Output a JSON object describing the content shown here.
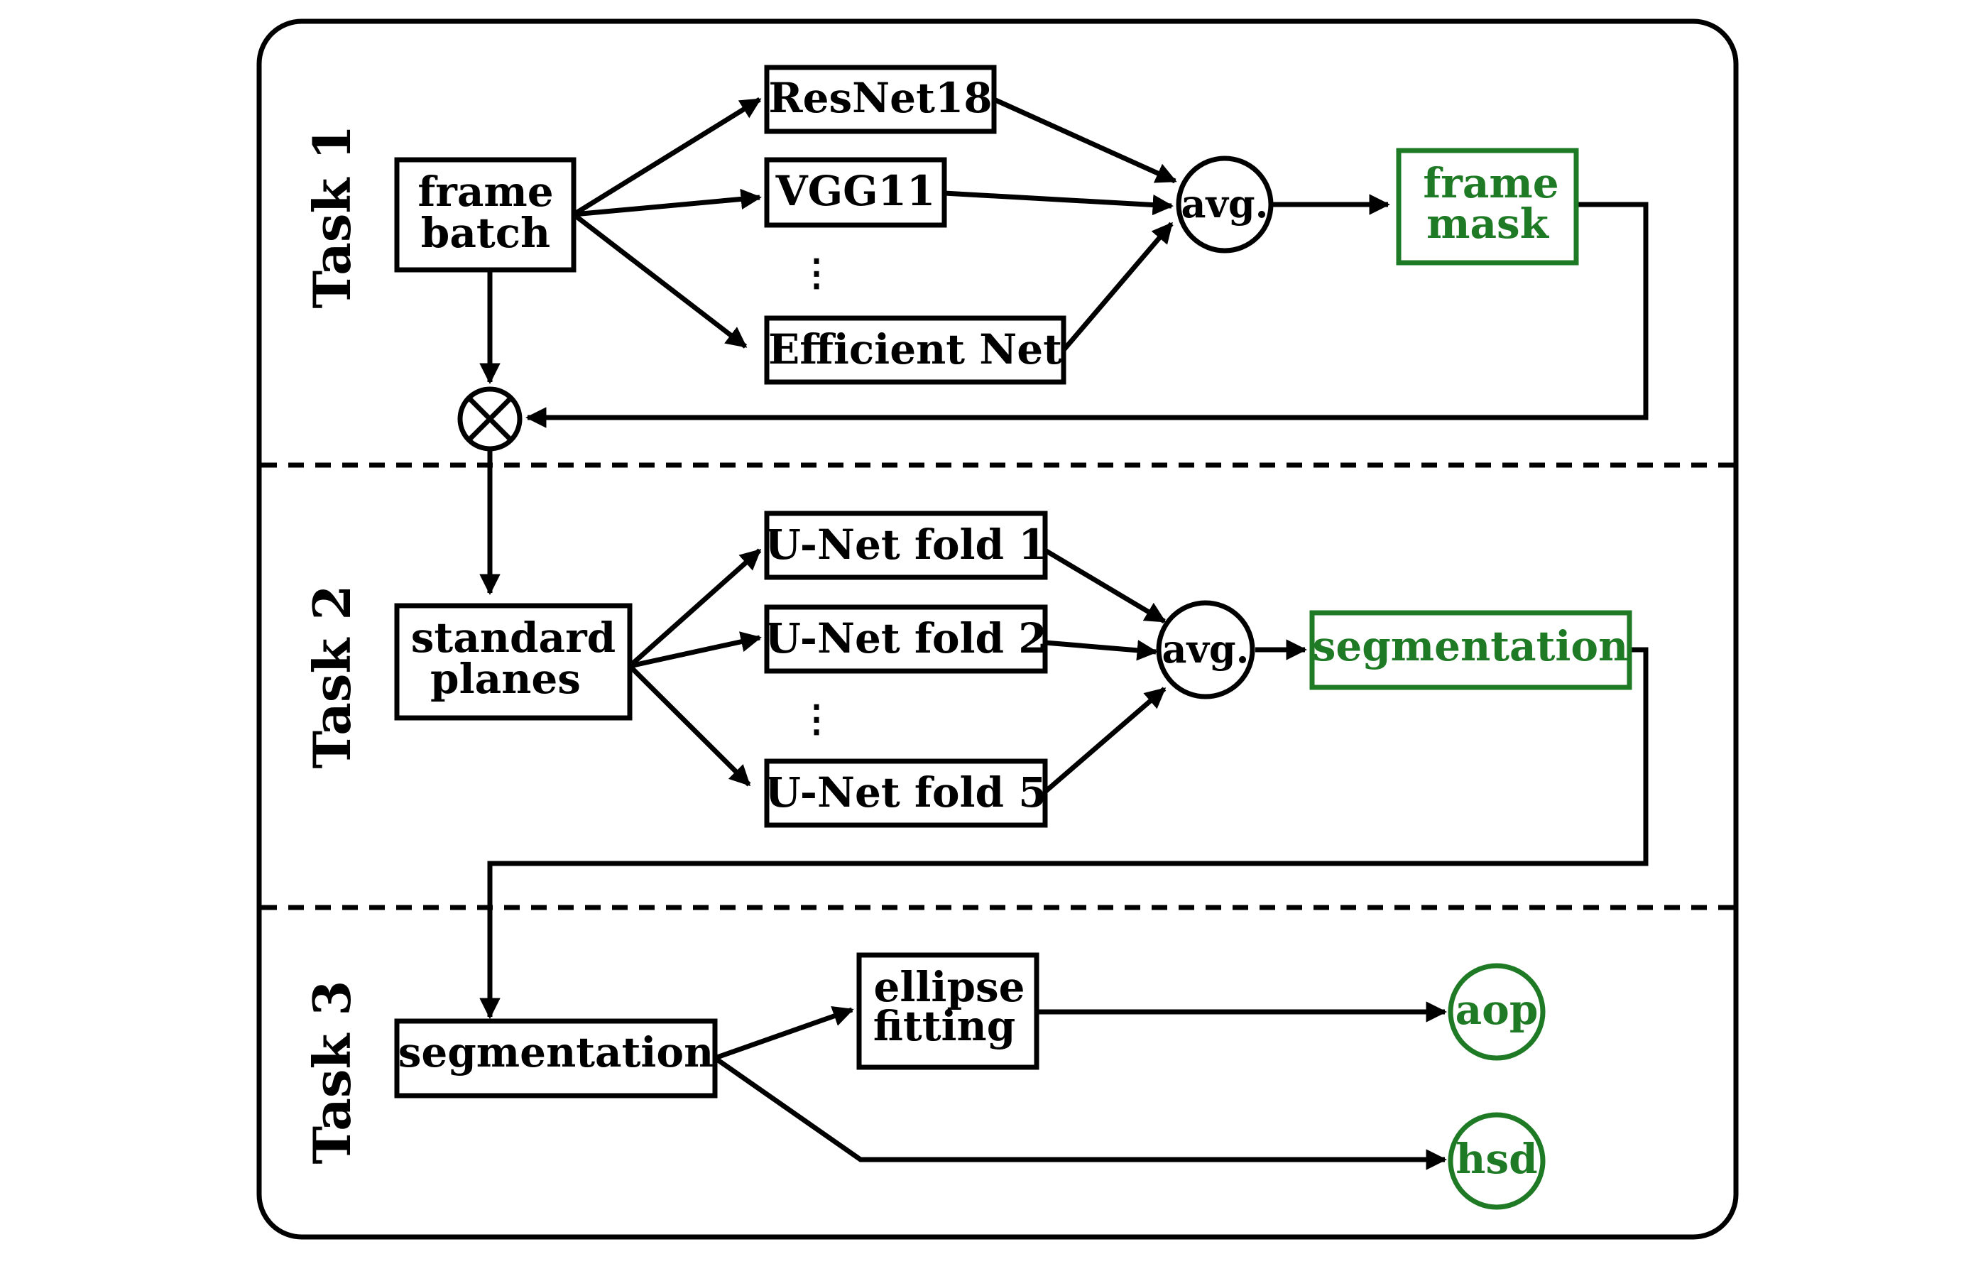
{
  "colors": {
    "stroke": "#000000",
    "output": "#1e7a24",
    "background": "#ffffff"
  },
  "tasks": [
    "Task 1",
    "Task 2",
    "Task 3"
  ],
  "task1": {
    "input": [
      "frame",
      "batch"
    ],
    "models": [
      "ResNet18",
      "VGG11",
      "Efficient Net"
    ],
    "ellipsis": "⋮",
    "avg": "avg.",
    "output": [
      "frame",
      "mask"
    ],
    "multiply_icon": "circled-times-icon"
  },
  "task2": {
    "input": [
      "standard",
      "planes"
    ],
    "models": [
      "U-Net fold 1",
      "U-Net fold 2",
      "U-Net fold 5"
    ],
    "ellipsis": "⋮",
    "avg": "avg.",
    "output": "segmentation"
  },
  "task3": {
    "input": "segmentation",
    "fit": [
      "ellipse",
      "fitting"
    ],
    "outputs": [
      "aop",
      "hsd"
    ]
  }
}
